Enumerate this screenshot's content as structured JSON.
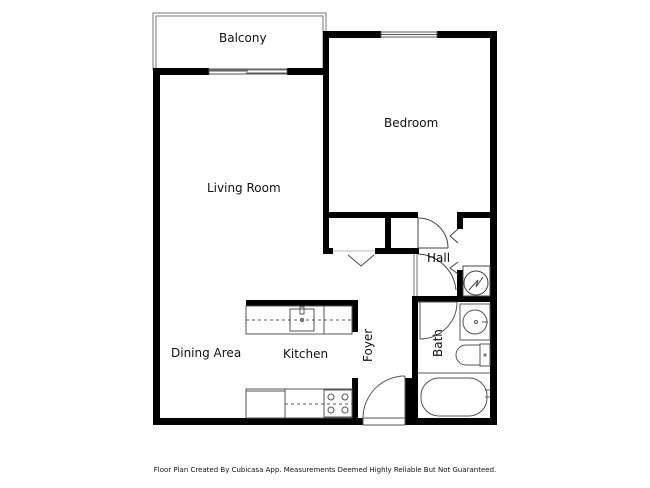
{
  "floor_plan": {
    "rooms": [
      {
        "id": "balcony",
        "label": "Balcony"
      },
      {
        "id": "bedroom",
        "label": "Bedroom"
      },
      {
        "id": "living-room",
        "label": "Living Room"
      },
      {
        "id": "hall",
        "label": "Hall"
      },
      {
        "id": "kitchen",
        "label": "Kitchen"
      },
      {
        "id": "dining-area",
        "label": "Dining Area"
      },
      {
        "id": "foyer",
        "label": "Foyer"
      },
      {
        "id": "bath",
        "label": "Bath"
      }
    ],
    "fixtures": [
      "kitchen-sink",
      "stove",
      "bathroom-sink",
      "toilet",
      "bathtub",
      "water-heater",
      "sliding-door",
      "window"
    ],
    "colors": {
      "wall": "#000000",
      "line": "#555555",
      "background": "#ffffff"
    }
  },
  "footer": {
    "disclaimer": "Floor Plan Created By Cubicasa App. Measurements Deemed Highly Reliable But Not Guaranteed."
  }
}
